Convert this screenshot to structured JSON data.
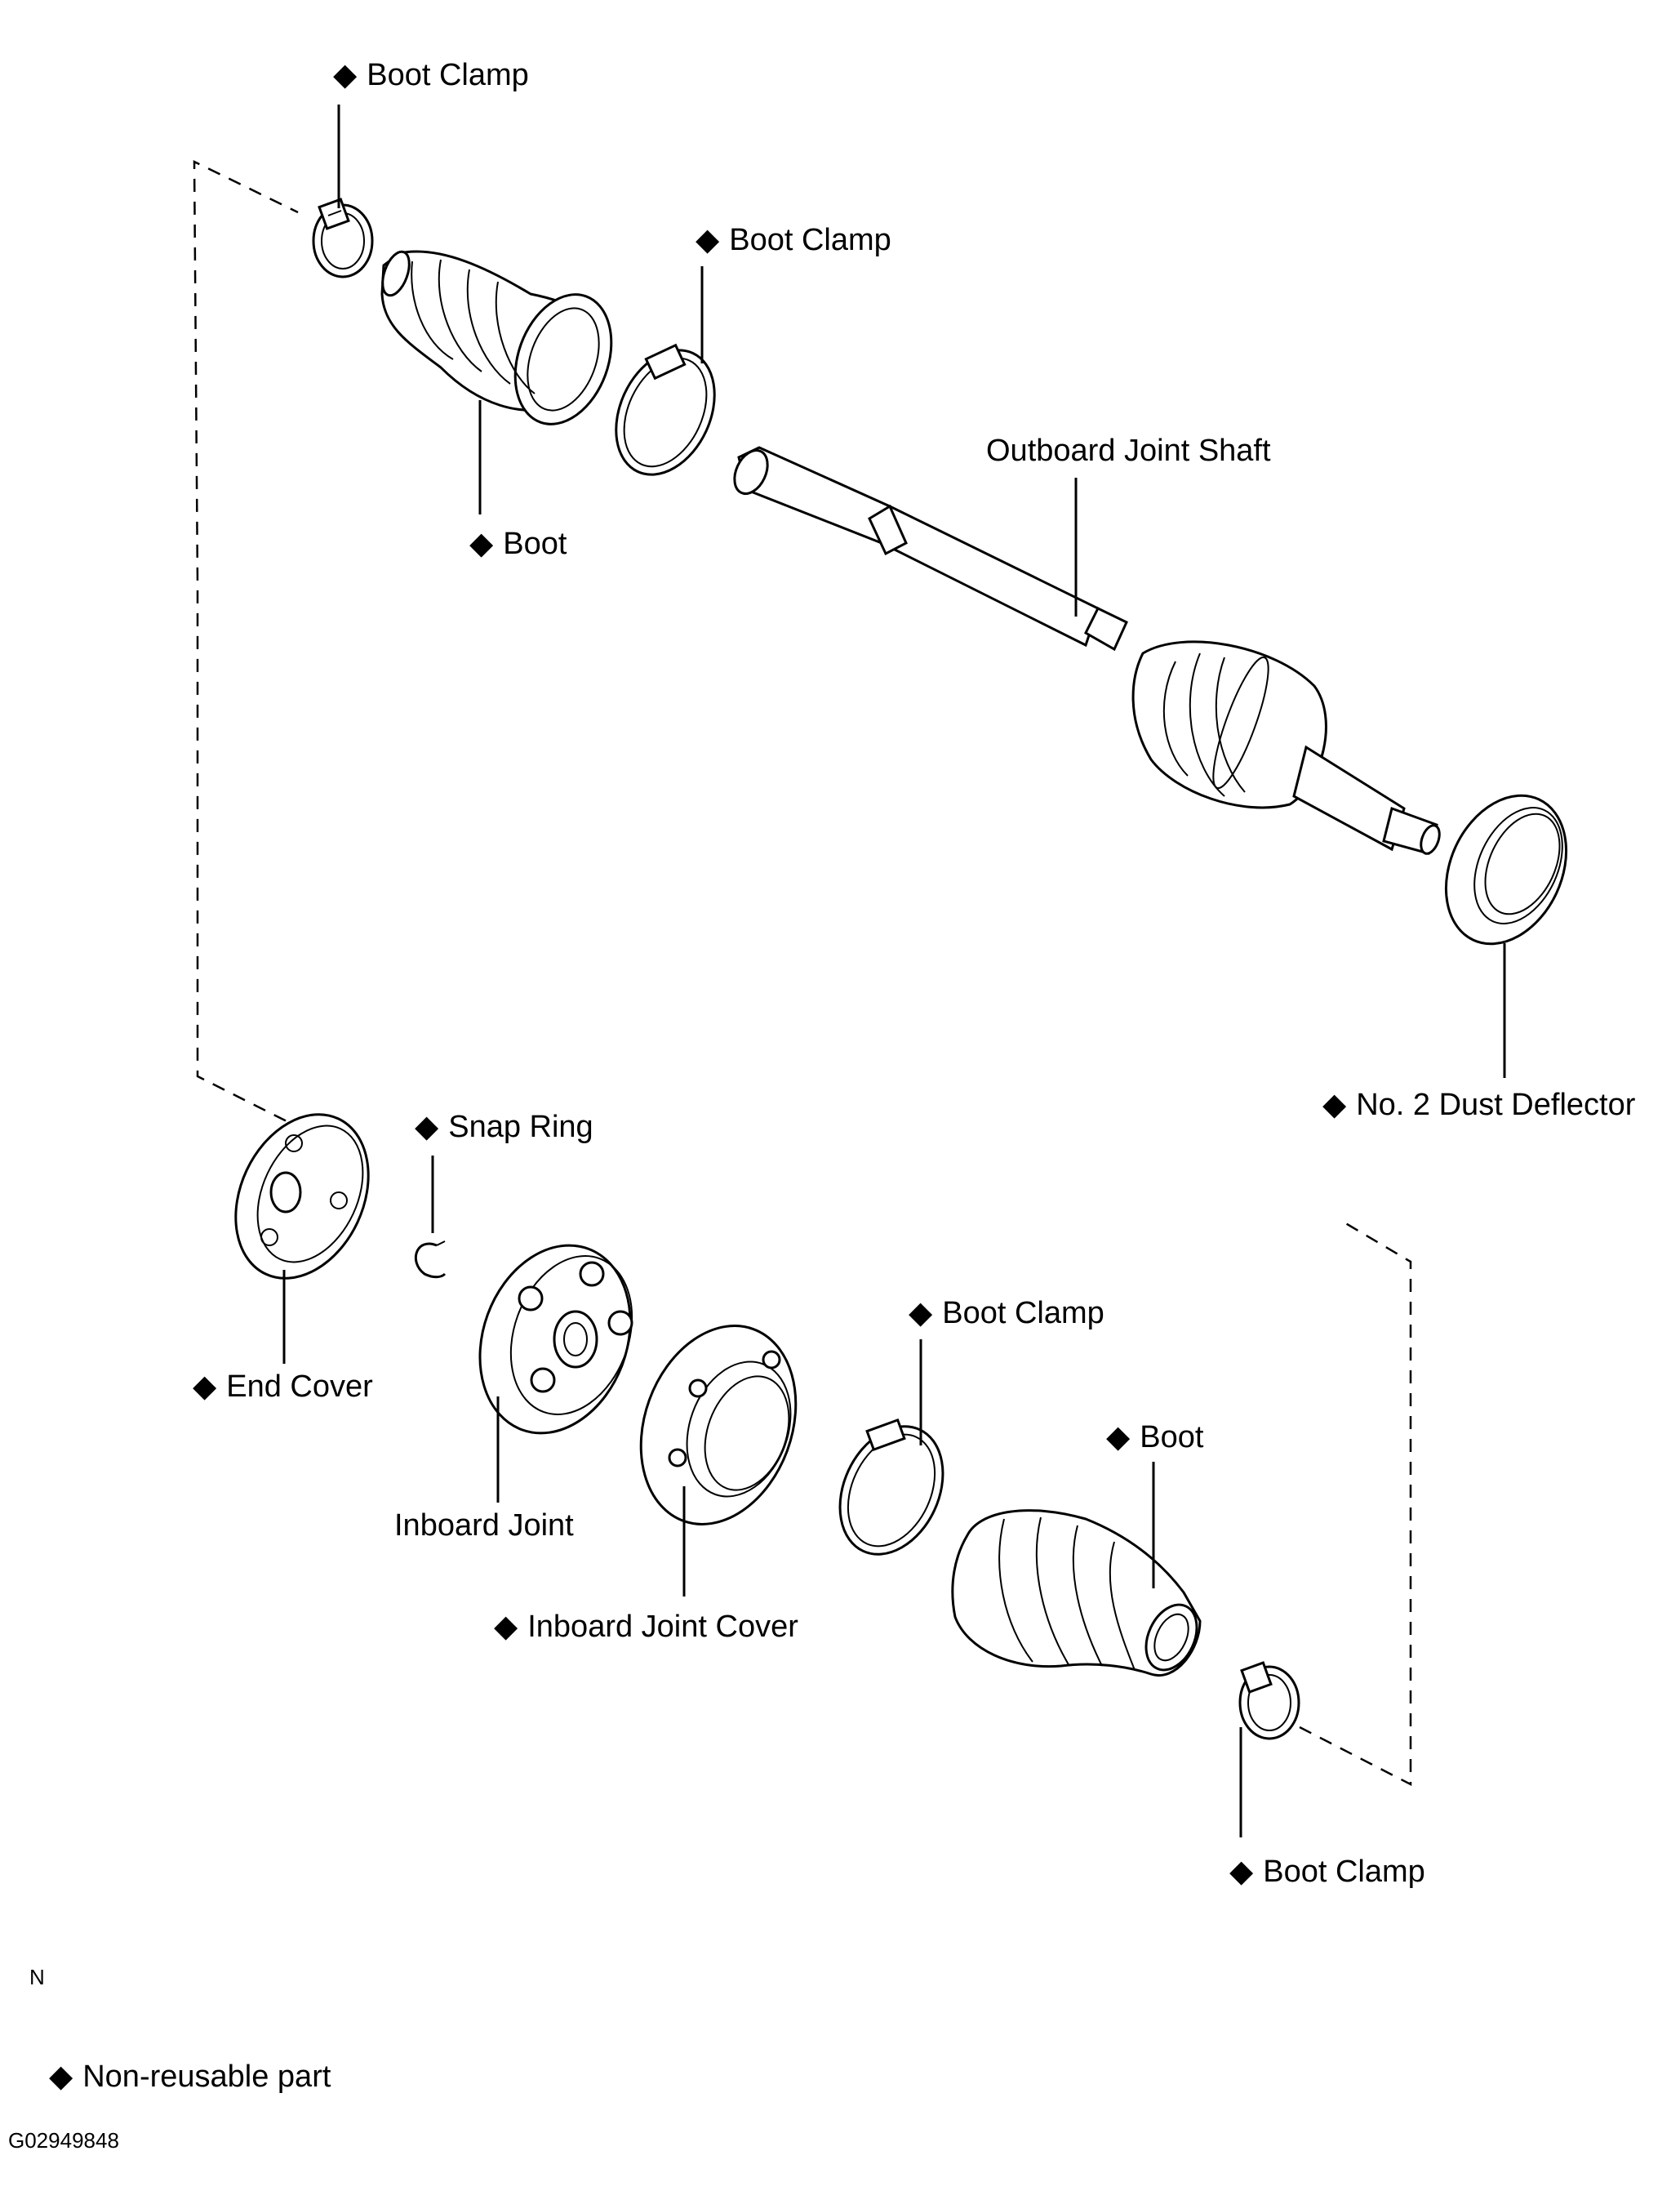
{
  "labels": {
    "outer_boot_clamp_small": "Boot Clamp",
    "outer_boot_clamp_large": "Boot Clamp",
    "outer_boot": "Boot",
    "outboard_joint_shaft": "Outboard Joint Shaft",
    "dust_deflector": "No. 2 Dust Deflector",
    "snap_ring": "Snap Ring",
    "end_cover": "End Cover",
    "inboard_joint": "Inboard Joint",
    "inboard_joint_cover": "Inboard Joint Cover",
    "inner_boot_clamp_large": "Boot Clamp",
    "inner_boot": "Boot",
    "inner_boot_clamp_small": "Boot Clamp"
  },
  "marker_symbol": "◆",
  "corner_letter": "N",
  "legend": {
    "symbol": "◆",
    "text": "Non-reusable part"
  },
  "figure_id": "G02949848"
}
